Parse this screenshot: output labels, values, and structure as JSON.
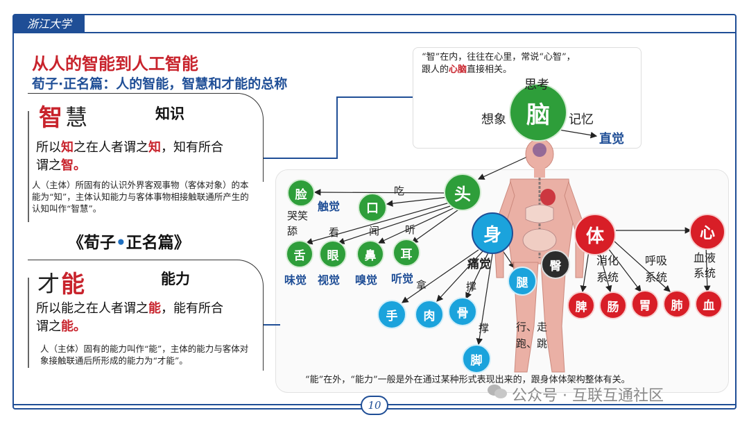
{
  "header": {
    "logo": "浙江大学",
    "page_number": "10"
  },
  "title": "从人的智能到人工智能",
  "subtitle": "荀子·正名篇：人的智能，智慧和才能的总称",
  "wisdom": {
    "char1": "智",
    "char2": "慧",
    "keyword": "知识",
    "quote_a": "所以",
    "quote_b": "知",
    "quote_c": "之在人者谓之",
    "quote_d": "知",
    "quote_e": "，知有所合",
    "quote_f": "谓之",
    "quote_g": "智",
    "quote_h": "。",
    "note": "人（主体）所固有的认识外界客观事物（客体对象）的本能为“知”，主体认知能力与客体事物相接触联通所产生的认知叫作“智慧”。"
  },
  "book": {
    "open": "《荀子",
    "dot": "•",
    "close": "正名篇》"
  },
  "ability": {
    "char1": "才",
    "char2": "能",
    "keyword": "能力",
    "quote_a": "所以能之在人者谓之",
    "quote_b": "能",
    "quote_c": "，能有所合",
    "quote_d": "谓之",
    "quote_e": "能",
    "quote_f": "。",
    "note": "人（主体）固有的能力叫作“能”，主体的能力与客体对象接触联通后所形成的能力为“才能”。"
  },
  "brain": {
    "note_a": "“智”在内，往往在心里，常说“心智”，",
    "note_b": "跟人的",
    "note_c": "心脑",
    "note_d": "直接相关。",
    "center": "脑",
    "up": "思考",
    "left": "想象",
    "right": "记忆",
    "intuition": "直觉"
  },
  "diagram": {
    "head": "头",
    "body": "身",
    "physique": "体",
    "heart": "心",
    "face": "脸",
    "mouth": "口",
    "tongue": "舌",
    "eye": "眼",
    "nose": "鼻",
    "ear": "耳",
    "hand": "手",
    "flesh": "肉",
    "bone": "骨",
    "leg": "腿",
    "foot": "脚",
    "hip": "臀",
    "spleen": "脾",
    "intestine": "肠",
    "stomach": "胃",
    "lung": "肺",
    "blood": "血",
    "eat": "吃",
    "look": "看",
    "smell": "闻",
    "listen": "听",
    "cry_laugh": "哭笑",
    "lick": "舔",
    "touch": "触觉",
    "taste": "味觉",
    "vision": "视觉",
    "olfaction": "嗅觉",
    "hearing": "听觉",
    "pain": "痛觉",
    "take": "拿",
    "prop": "撑",
    "support": "撑",
    "walk": "行、走",
    "run": "跑、跳",
    "digest_a": "消化",
    "digest_b": "系统",
    "breath_a": "呼吸",
    "breath_b": "系统",
    "blood_a": "血液",
    "blood_b": "系统",
    "bottom_note": "“能”在外，“能力”一般是外在通过某种形式表现出来的，跟身体体架构整体有关。"
  },
  "watermark": "公众号 · 互联互通社区",
  "colors": {
    "red": "#c8232c",
    "navy": "#1f4e96",
    "green": "#2e9e3a",
    "blue": "#1ba3dc"
  }
}
